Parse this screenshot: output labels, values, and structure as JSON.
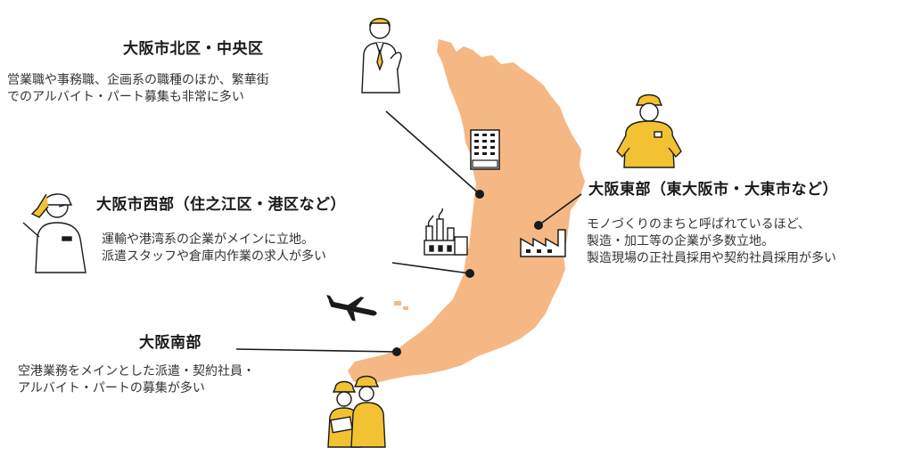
{
  "colors": {
    "map_fill": "#f5b884",
    "accent_yellow": "#f2c232",
    "line": "#1a1a1a"
  },
  "regions": {
    "kita_chuo": {
      "title": "大阪市北区・中央区",
      "lines": [
        "営業職や事務職、企画系の職種のほか、繁華街",
        "でのアルバイト・パート募集も非常に多い"
      ],
      "icon": "office-building-icon",
      "person": "office-worker-icon"
    },
    "nishi": {
      "title": "大阪市西部（住之江区・港区など）",
      "lines": [
        "運輸や港湾系の企業がメインに立地。",
        "派遣スタッフや倉庫内作業の求人が多い"
      ],
      "icon": "port-factory-icon",
      "person": "saluting-worker-icon"
    },
    "higashi": {
      "title": "大阪東部（東大阪市・大東市など）",
      "lines": [
        "モノづくりのまちと呼ばれているほど、",
        "製造・加工等の企業が多数立地。",
        "製造現場の正社員採用や契約社員採用が多い"
      ],
      "icon": "factory-icon",
      "person": "factory-worker-icon"
    },
    "minami": {
      "title": "大阪南部",
      "lines": [
        "空港業務をメインとした派遣・契約社員・",
        "アルバイト・パートの募集が多い"
      ],
      "icon": "airplane-icon",
      "person": "construction-workers-icon"
    }
  }
}
